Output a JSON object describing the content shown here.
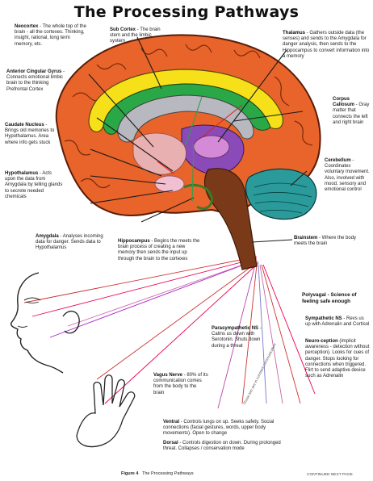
{
  "title": "The Processing Pathways",
  "labels": {
    "neocortex": {
      "name": "Neocortex",
      "text": " - The whole top of the brain - all the cortexes. Thinking, insight, rational, long term memory, etc."
    },
    "subcortex": {
      "name": "Sub Cortex",
      "text": " - The brain stem and the limbic system"
    },
    "thalamus": {
      "name": "Thalamus",
      "text": " - Gathers outside data (the senses) and sends to the Amygdala for danger analysis, then sends to the Hippocampus to convert information into a memory"
    },
    "acg": {
      "name": "Anterior Cingular Gyrus",
      "text": " - Connects emotional limbic brain to the thinking Prefrontal Cortex"
    },
    "corpus": {
      "name": "Corpus Callosum",
      "text": " - Gray matter that connects the left and right brain"
    },
    "caudate": {
      "name": "Caudate Nucleus",
      "text": " - Brings old memories to Hypothalamus. Area where info gets stuck"
    },
    "cerebellum": {
      "name": "Cerebellum",
      "text": " - Coordinates voluntary movement. Also, involved with mood, sensory and emotional control"
    },
    "hypothalamus": {
      "name": "Hypothalamus",
      "text": " - Acts upon the data from Amygdala by telling glands to secrete needed chemicals"
    },
    "amygdala": {
      "name": "Amygdala",
      "text": " - Analyses incoming data for danger. Sends data to Hypothalamus"
    },
    "hippocampus": {
      "name": "Hippocampus",
      "text": " - Begins the meets the brain process of creating a new memory then sends the input up through the brain to the cortexes"
    },
    "brainstem": {
      "name": "Brainstem",
      "text": " - Where the body meets the brain"
    },
    "polyvagal": {
      "name": "Polyvagal - Science of feeling safe enough",
      "text": ""
    },
    "sympathetic": {
      "name": "Sympathetic NS",
      "text": " - Revs us up with Adrenalin and Cortisol"
    },
    "parasympathetic": {
      "name": "Parasympathetic NS",
      "text": " - Calms us down with Serotonin. Shuts down during a threat"
    },
    "neuroception": {
      "name": "Neuro-ception",
      "text": " (implicit awareness - detection without perception). Looks for cues of danger. Stops looking for connections when triggered. Flirt to send adaptive device such as Adrenalin"
    },
    "vagus": {
      "name": "Vagus Nerve",
      "text": " - 80% of its communication comes from the body to the brain"
    },
    "ventral": {
      "name": "Ventral",
      "text": " - Controls lungs on up. Seeks safety. Social connections (facial gestures, words, upper body movements). Open to change"
    },
    "dorsal": {
      "name": "Dorsal",
      "text": " - Controls digestion on down. During prolonged threat. Collapses / conservation mode"
    }
  },
  "rotated_note": "Those two are in constant communication",
  "caption": {
    "figure": "Figure 4",
    "text": "The Processing Pathways"
  },
  "continued": "CONTINUED NEXT PAGE"
}
